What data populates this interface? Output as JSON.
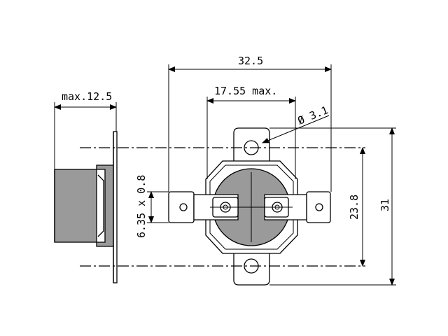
{
  "dimensions": {
    "overall_width": "32.5",
    "body_width": "17.55 max.",
    "hole_diameter": "Ø 3.1",
    "side_depth": "max.12.5",
    "terminal_size": "6.35 x 0.8",
    "hole_spacing": "23.8",
    "overall_height": "31"
  },
  "colors": {
    "line": "#000000",
    "body_fill": "#9a9a9a",
    "background": "#ffffff"
  }
}
